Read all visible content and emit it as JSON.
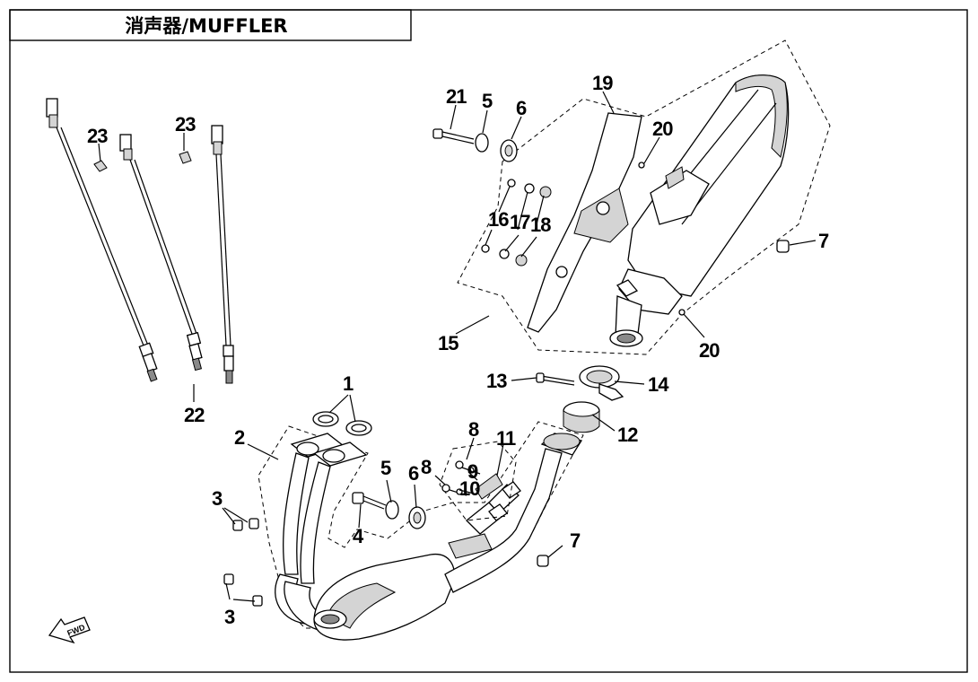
{
  "title": "消声器/MUFFLER",
  "fwd_label": "FWD",
  "callouts": {
    "c1": "1",
    "c2": "2",
    "c3a": "3",
    "c3b": "3",
    "c4": "4",
    "c5a": "5",
    "c5b": "5",
    "c6a": "6",
    "c6b": "6",
    "c7a": "7",
    "c7b": "7",
    "c8a": "8",
    "c8b": "8",
    "c9": "9",
    "c10": "10",
    "c11": "11",
    "c12": "12",
    "c13": "13",
    "c14": "14",
    "c15": "15",
    "c16": "16",
    "c17": "17",
    "c18": "18",
    "c19": "19",
    "c20a": "20",
    "c20b": "20",
    "c21": "21",
    "c22": "22",
    "c23a": "23",
    "c23b": "23"
  }
}
